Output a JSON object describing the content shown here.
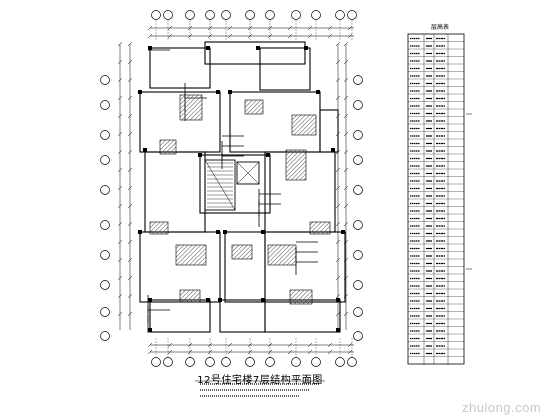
{
  "drawing": {
    "title": "12号住宅楼7层结构平面图",
    "watermark": "zhulong.com"
  },
  "schedule": {
    "title": "层高表"
  },
  "colors": {
    "ink": "#000000",
    "hatch": "#555555",
    "watermark": "#c8c8c8"
  }
}
